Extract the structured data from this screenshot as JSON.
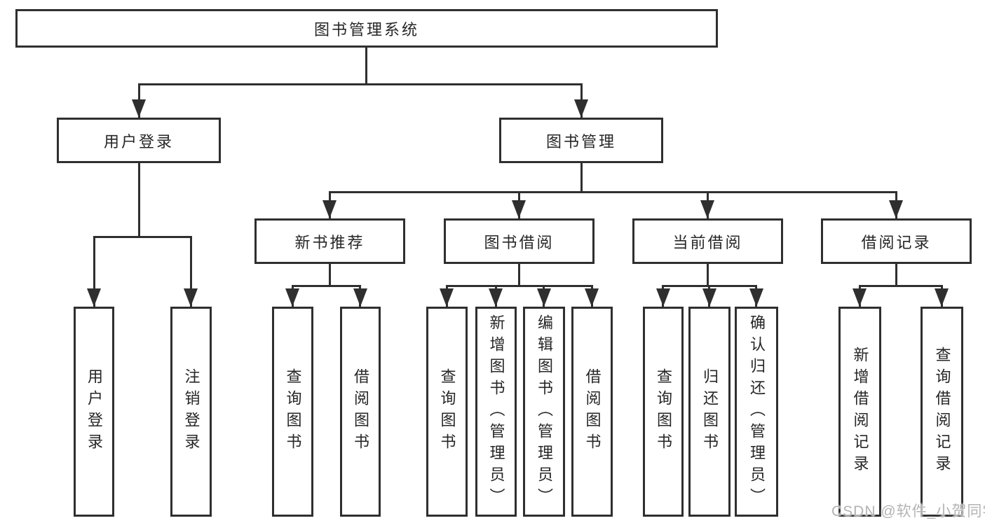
{
  "nodes": {
    "root": "图书管理系统",
    "user_login": "用户登录",
    "book_management": "图书管理",
    "new_book_recommend": "新书推荐",
    "book_borrow": "图书借阅",
    "current_borrow": "当前借阅",
    "borrow_records": "借阅记录",
    "leaves": {
      "user_login": "用户登录",
      "logout": "注销登录",
      "nbr_query_books": "查询图书",
      "nbr_borrow_books": "借阅图书",
      "bb_query_books": "查询图书",
      "bb_add_books_admin": "新增图书（管理员）",
      "bb_edit_books_admin": "编辑图书（管理员）",
      "bb_borrow_books": "借阅图书",
      "cb_query_books": "查询图书",
      "cb_return_books": "归还图书",
      "cb_confirm_return_admin": "确认归还（管理员）",
      "br_add_record": "新增借阅记录",
      "br_query_record": "查询借阅记录"
    }
  },
  "watermark": "CSDN @软件_小贺同学",
  "colors": {
    "line": "#2f2f2f",
    "text": "#262626",
    "watermark": "#b3b3b3",
    "background": "#ffffff"
  }
}
